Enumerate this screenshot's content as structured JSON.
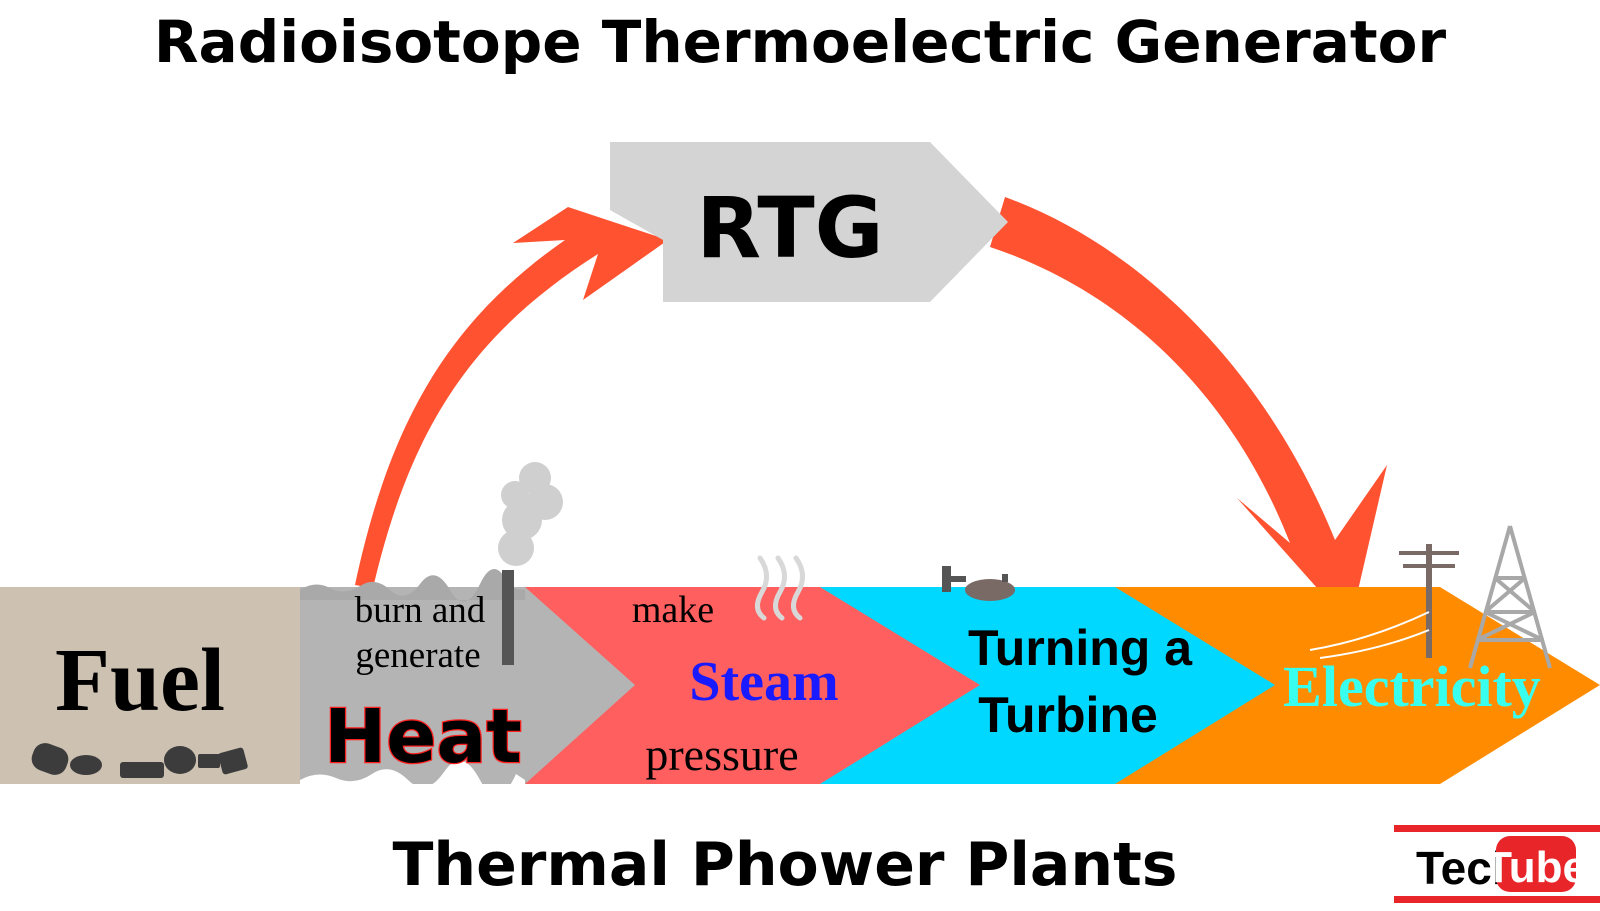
{
  "title": "Radioisotope Thermoelectric Generator",
  "rtg": {
    "label": "RTG"
  },
  "stages": {
    "fuel": {
      "label": "Fuel"
    },
    "heat": {
      "caption_line1": "burn and",
      "caption_line2": "generate",
      "label": "Heat"
    },
    "steam": {
      "caption_top": "make",
      "label": "Steam",
      "caption_bottom": "pressure"
    },
    "turbine": {
      "line1": "Turning a",
      "line2": "Turbine"
    },
    "electricity": {
      "label": "Electricity"
    }
  },
  "subtitle": "Thermal Phower Plants",
  "logo": {
    "left": "Tech",
    "right": "Tube"
  },
  "colors": {
    "arrow": "#ff5230",
    "rtg_box": "#d4d4d4",
    "fuel": "#cdc1b2",
    "heat": "#b4b4b4",
    "steam": "#ff5f5f",
    "turbine": "#00d8ff",
    "electricity": "#ff8c00",
    "steam_text": "#1a1aff",
    "electricity_text": "#38ffee",
    "heat_outline": "#ff2020",
    "logo_red": "#e8262a"
  }
}
